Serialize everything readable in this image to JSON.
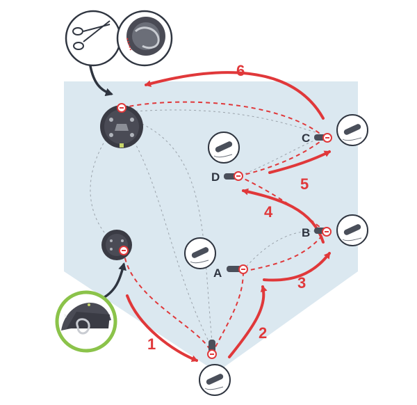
{
  "diagram": {
    "points": [
      {
        "id": "A",
        "label": "A"
      },
      {
        "id": "B",
        "label": "B"
      },
      {
        "id": "C",
        "label": "C"
      },
      {
        "id": "D",
        "label": "D"
      }
    ],
    "steps": [
      "1",
      "2",
      "3",
      "4",
      "5",
      "6"
    ],
    "colors": {
      "region": "#dbe8f0",
      "wire": "#e0383a",
      "board": "#3a3b44",
      "highlight_ring": "#8bc34a"
    }
  }
}
